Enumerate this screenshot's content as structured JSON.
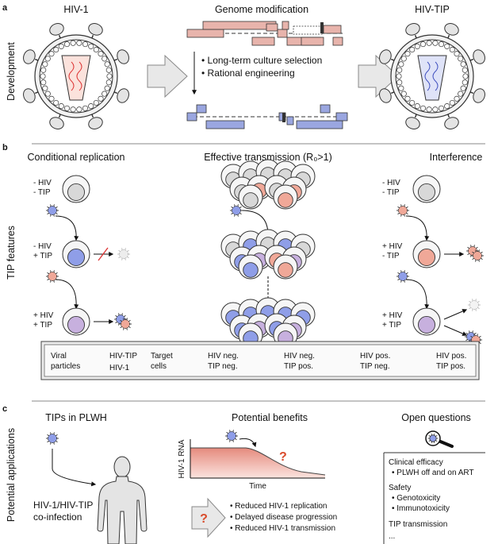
{
  "panel_a": {
    "letter": "a",
    "side_label": "Development",
    "hiv_title": "HIV-1",
    "genome_title": "Genome modification",
    "tip_title": "HIV-TIP",
    "bullets": [
      "• Long-term culture selection",
      "• Rational engineering"
    ]
  },
  "panel_b": {
    "letter": "b",
    "side_label": "TIP features",
    "col1_title": "Conditional replication",
    "col2_title": "Effective transmission (R₀>1)",
    "col3_title": "Interference",
    "c1_labels": [
      "- HIV",
      "- TIP",
      "- HIV",
      "+ TIP",
      "+ HIV",
      "+ TIP"
    ],
    "c3_labels": [
      "- HIV",
      "- TIP",
      "+ HIV",
      "- TIP",
      "+ HIV",
      "+ TIP"
    ],
    "legend": {
      "viral_1": "Viral",
      "viral_2": "particles",
      "tip": "HIV-TIP",
      "hiv": "HIV-1",
      "target_1": "Target",
      "target_2": "cells",
      "cells": [
        {
          "l1": "HIV neg.",
          "l2": "TIP neg.",
          "color": "#d8d8d8"
        },
        {
          "l1": "HIV neg.",
          "l2": "TIP pos.",
          "color": "#8f9ee8"
        },
        {
          "l1": "HIV pos.",
          "l2": "TIP neg.",
          "color": "#f0a898"
        },
        {
          "l1": "HIV pos.",
          "l2": "TIP pos.",
          "color": "#c7b0de"
        }
      ]
    }
  },
  "panel_c": {
    "letter": "c",
    "side_label": "Potential applications",
    "col1_title": "TIPs in PLWH",
    "coinfection_1": "HIV-1/HIV-TIP",
    "coinfection_2": "co-infection",
    "col2_title": "Potential benefits",
    "ylabel": "HIV-1 RNA",
    "xlabel": "Time",
    "question": "?",
    "benefits": [
      "• Reduced HIV-1 replication",
      "• Delayed disease progression",
      "• Reduced HIV-1 transmission"
    ],
    "col3_title": "Open questions",
    "q1": "Clinical efficacy",
    "q1b": "• PLWH off and on ART",
    "q2": "Safety",
    "q2a": "• Genotoxicity",
    "q2b": "• Immunotoxicity",
    "q3": "TIP transmission",
    "q4": "..."
  },
  "colors": {
    "gray_cell": "#d8d8d8",
    "blue_cell": "#8f9ee8",
    "red_cell": "#f0a898",
    "purple_cell": "#c7b0de",
    "genome_red": "#e8b4ac",
    "genome_blue": "#9aa6e0"
  }
}
